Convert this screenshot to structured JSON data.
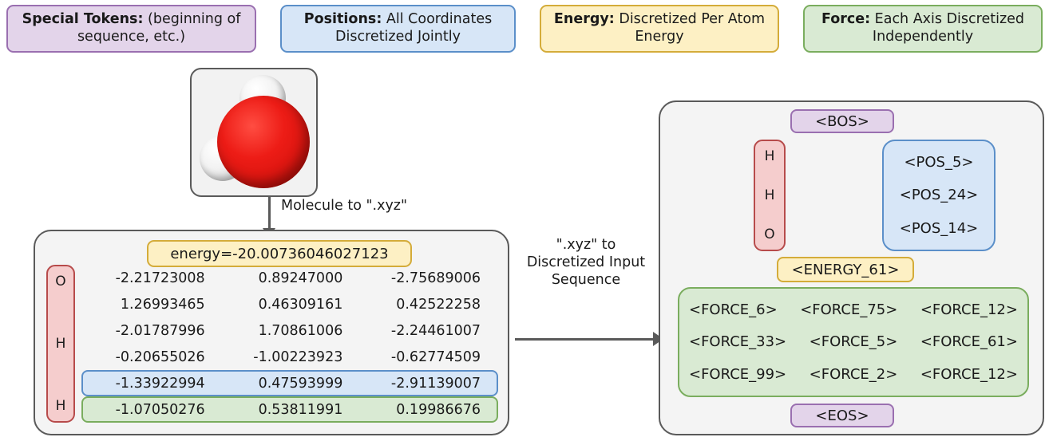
{
  "legend": {
    "items": [
      {
        "title": "Special Tokens:",
        "desc": " (beginning of sequence, etc.)",
        "color": "#e3d4ea"
      },
      {
        "title": "Positions:",
        "desc": " All Coordinates Discretized Jointly",
        "color": "#d7e6f7"
      },
      {
        "title": "Energy:",
        "desc": " Discretized Per Atom Energy",
        "color": "#fdf0c4"
      },
      {
        "title": "Force:",
        "desc": " Each Axis Discretized Independently",
        "color": "#d9ead3"
      }
    ]
  },
  "molecule": {
    "name": "water-molecule",
    "atoms": [
      "O",
      "H",
      "H"
    ],
    "oxygen_color": "#ed1c16",
    "hydrogen_color": "#ffffff"
  },
  "arrows": {
    "molecule_to_xyz": "Molecule to \".xyz\"",
    "xyz_to_sequence": "\".xyz\" to Discretized Input Sequence"
  },
  "xyz_panel": {
    "energy_label": "energy=-20.00736046027123",
    "atom_labels": [
      "O",
      "H",
      "H"
    ],
    "rows": [
      {
        "values": [
          "-2.21723008",
          "0.89247000",
          "-2.75689006"
        ],
        "highlight": "none"
      },
      {
        "values": [
          "1.26993465",
          "0.46309161",
          "0.42522258"
        ],
        "highlight": "none"
      },
      {
        "values": [
          "-2.01787996",
          "1.70861006",
          "-2.24461007"
        ],
        "highlight": "none"
      },
      {
        "values": [
          "-0.20655026",
          "-1.00223923",
          "-0.62774509"
        ],
        "highlight": "none"
      },
      {
        "values": [
          "-1.33922994",
          "0.47593999",
          "-2.91139007"
        ],
        "highlight": "pos"
      },
      {
        "values": [
          "-1.07050276",
          "0.53811991",
          "0.19986676"
        ],
        "highlight": "force"
      }
    ]
  },
  "token_panel": {
    "bos": "<BOS>",
    "eos": "<EOS>",
    "atom_labels": [
      "H",
      "H",
      "O"
    ],
    "position_tokens": [
      "<POS_5>",
      "<POS_24>",
      "<POS_14>"
    ],
    "energy_token": "<ENERGY_61>",
    "force_rows": [
      [
        "<FORCE_6>",
        "<FORCE_75>",
        "<FORCE_12>"
      ],
      [
        "<FORCE_33>",
        "<FORCE_5>",
        "<FORCE_61>"
      ],
      [
        "<FORCE_99>",
        "<FORCE_2>",
        "<FORCE_12>"
      ]
    ]
  }
}
